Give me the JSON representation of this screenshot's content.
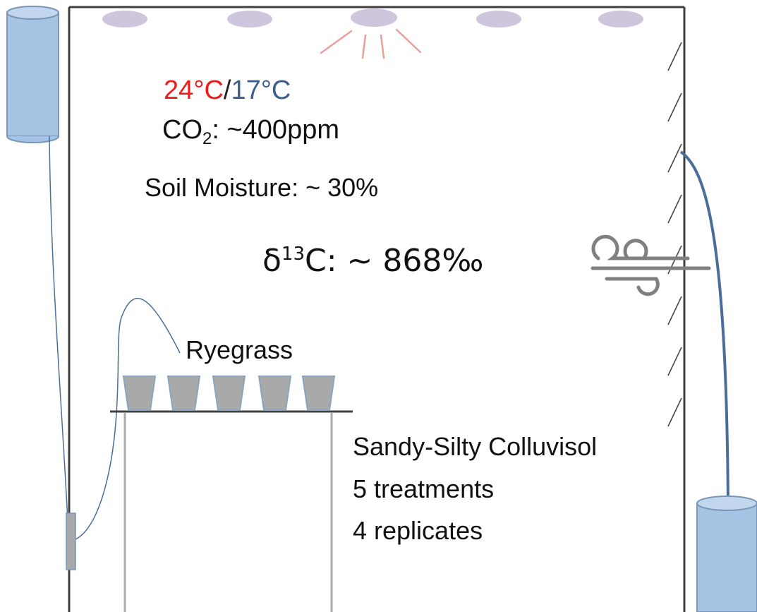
{
  "labels": {
    "temp_day": "24°C",
    "temp_sep": "/",
    "temp_night": "17°C",
    "co2_prefix": "CO",
    "co2_sub": "2",
    "co2_value": ": ~400ppm",
    "soil_moisture": "Soil Moisture: ~ 30%",
    "delta_symbol": "δ",
    "delta_sup": "13",
    "delta_value": "C: ~ 868‰",
    "plant": "Ryegrass",
    "soil_type": "Sandy-Silty Colluvisol",
    "treatments": "5 treatments",
    "replicates": "4 replicates"
  },
  "colors": {
    "warm_temp": "#ee1c1c",
    "cool_temp": "#3d5f8f",
    "lamp": "#cfc6de",
    "light_rays": "#e8a09a",
    "container_fill": "#a7c3e4",
    "container_stroke": "#7896ba",
    "water_line": "#4a6e9a",
    "pot_fill": "#a9a9a9",
    "pot_stroke": "#8aa3c2",
    "chamber": "#404040",
    "wind_icon": "#808080"
  },
  "icons": [
    "lamp-icon",
    "light-ray-icon",
    "water-reservoir-icon",
    "pot-icon",
    "wind-icon"
  ]
}
